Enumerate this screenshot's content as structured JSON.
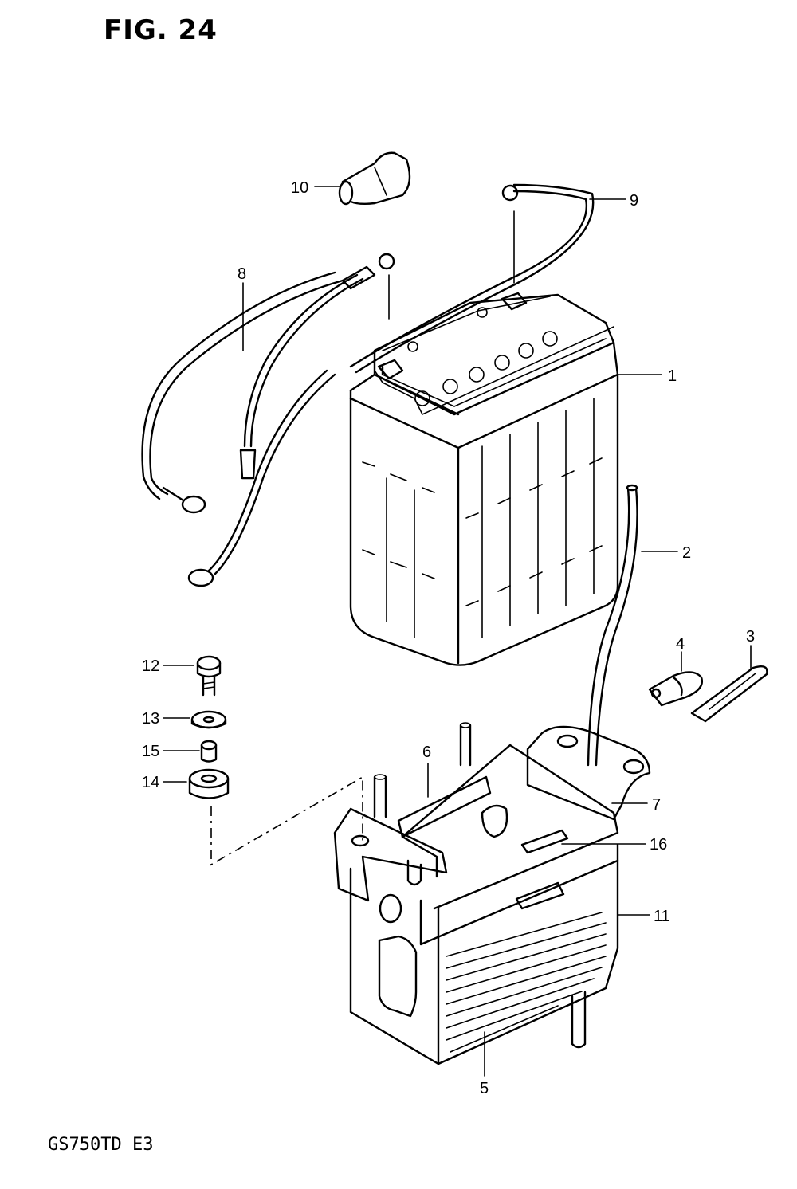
{
  "figure": {
    "title": "FIG. 24",
    "model_code": "GS750TD  E3"
  },
  "callouts": [
    {
      "id": "1",
      "label": "1"
    },
    {
      "id": "2",
      "label": "2"
    },
    {
      "id": "3",
      "label": "3"
    },
    {
      "id": "4",
      "label": "4"
    },
    {
      "id": "5",
      "label": "5"
    },
    {
      "id": "6",
      "label": "6"
    },
    {
      "id": "7",
      "label": "7"
    },
    {
      "id": "8",
      "label": "8"
    },
    {
      "id": "9",
      "label": "9"
    },
    {
      "id": "10",
      "label": "10"
    },
    {
      "id": "11",
      "label": "11"
    },
    {
      "id": "12",
      "label": "12"
    },
    {
      "id": "13",
      "label": "13"
    },
    {
      "id": "14",
      "label": "14"
    },
    {
      "id": "15",
      "label": "15"
    },
    {
      "id": "16",
      "label": "16"
    }
  ]
}
